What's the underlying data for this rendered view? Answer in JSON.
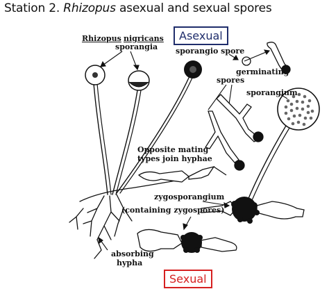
{
  "title": {
    "prefix": "Station 2. ",
    "italic": "Rhizopus",
    "suffix": " asexual and sexual spores"
  },
  "tags": {
    "asexual": "Asexual",
    "sexual": "Sexual"
  },
  "labels": {
    "rhizopus": "Rhizopus",
    "nigricans": "nigricans",
    "sporangia": "sporangia",
    "sporangiospore": "sporangio spore",
    "germinating1": "germinating",
    "germinating2": "spores",
    "sporangium": "sporangium",
    "mating1": "Opposite mating",
    "mating2": "types join hyphae",
    "zygosporangium": "zygosporangium",
    "containing": "(containing zygospores)",
    "absorbing1": "absorbing",
    "absorbing2": "hypha"
  }
}
